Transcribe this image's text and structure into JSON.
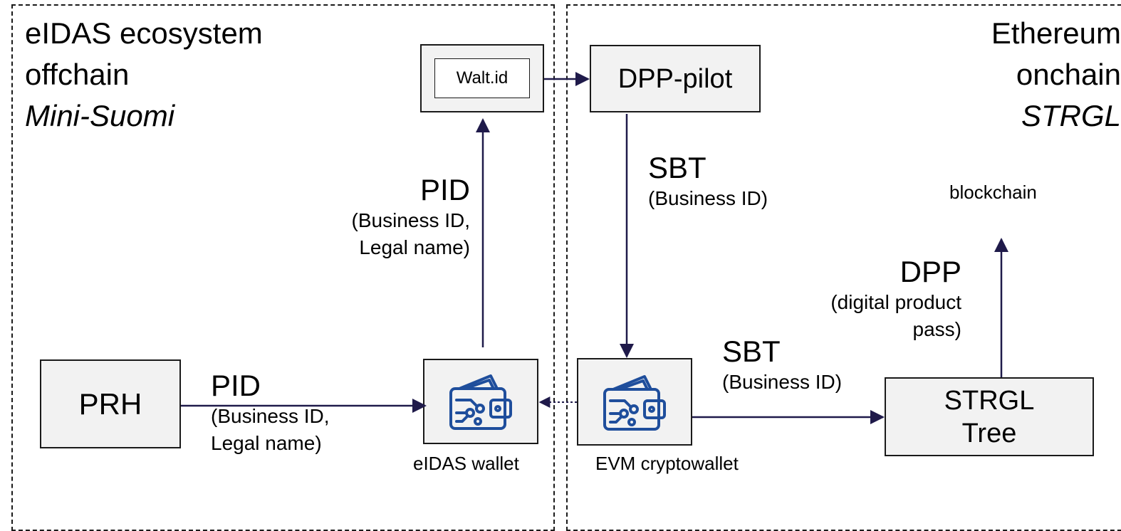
{
  "regions": {
    "left": {
      "title": "eIDAS ecosystem",
      "line2": "offchain",
      "line3": "Mini-Suomi"
    },
    "right": {
      "title": "Ethereum",
      "line2": "onchain",
      "line3": "STRGL"
    }
  },
  "nodes": {
    "prh": "PRH",
    "waltid": "Walt.id",
    "dpp_pilot": "DPP-pilot",
    "eidas_wallet": "eIDAS wallet",
    "evm_wallet": "EVM cryptowallet",
    "strgl_tree_line1": "STRGL",
    "strgl_tree_line2": "Tree",
    "blockchain": "blockchain"
  },
  "edges": {
    "prh_to_eidas": {
      "title": "PID",
      "line1": "(Business ID,",
      "line2": "Legal name)"
    },
    "eidas_to_walt": {
      "title": "PID",
      "line1": "(Business ID,",
      "line2": "Legal name)"
    },
    "dpp_to_evm": {
      "title": "SBT",
      "line1": "(Business ID)"
    },
    "evm_to_strgl": {
      "title": "SBT",
      "line1": "(Business ID)"
    },
    "strgl_to_chain": {
      "title": "DPP",
      "line1": "(digital product",
      "line2": "pass)"
    }
  },
  "colors": {
    "arrow": "#1f1a4a",
    "wallet_icon": "#1f4e9c",
    "box_fill": "#f2f2f2"
  }
}
